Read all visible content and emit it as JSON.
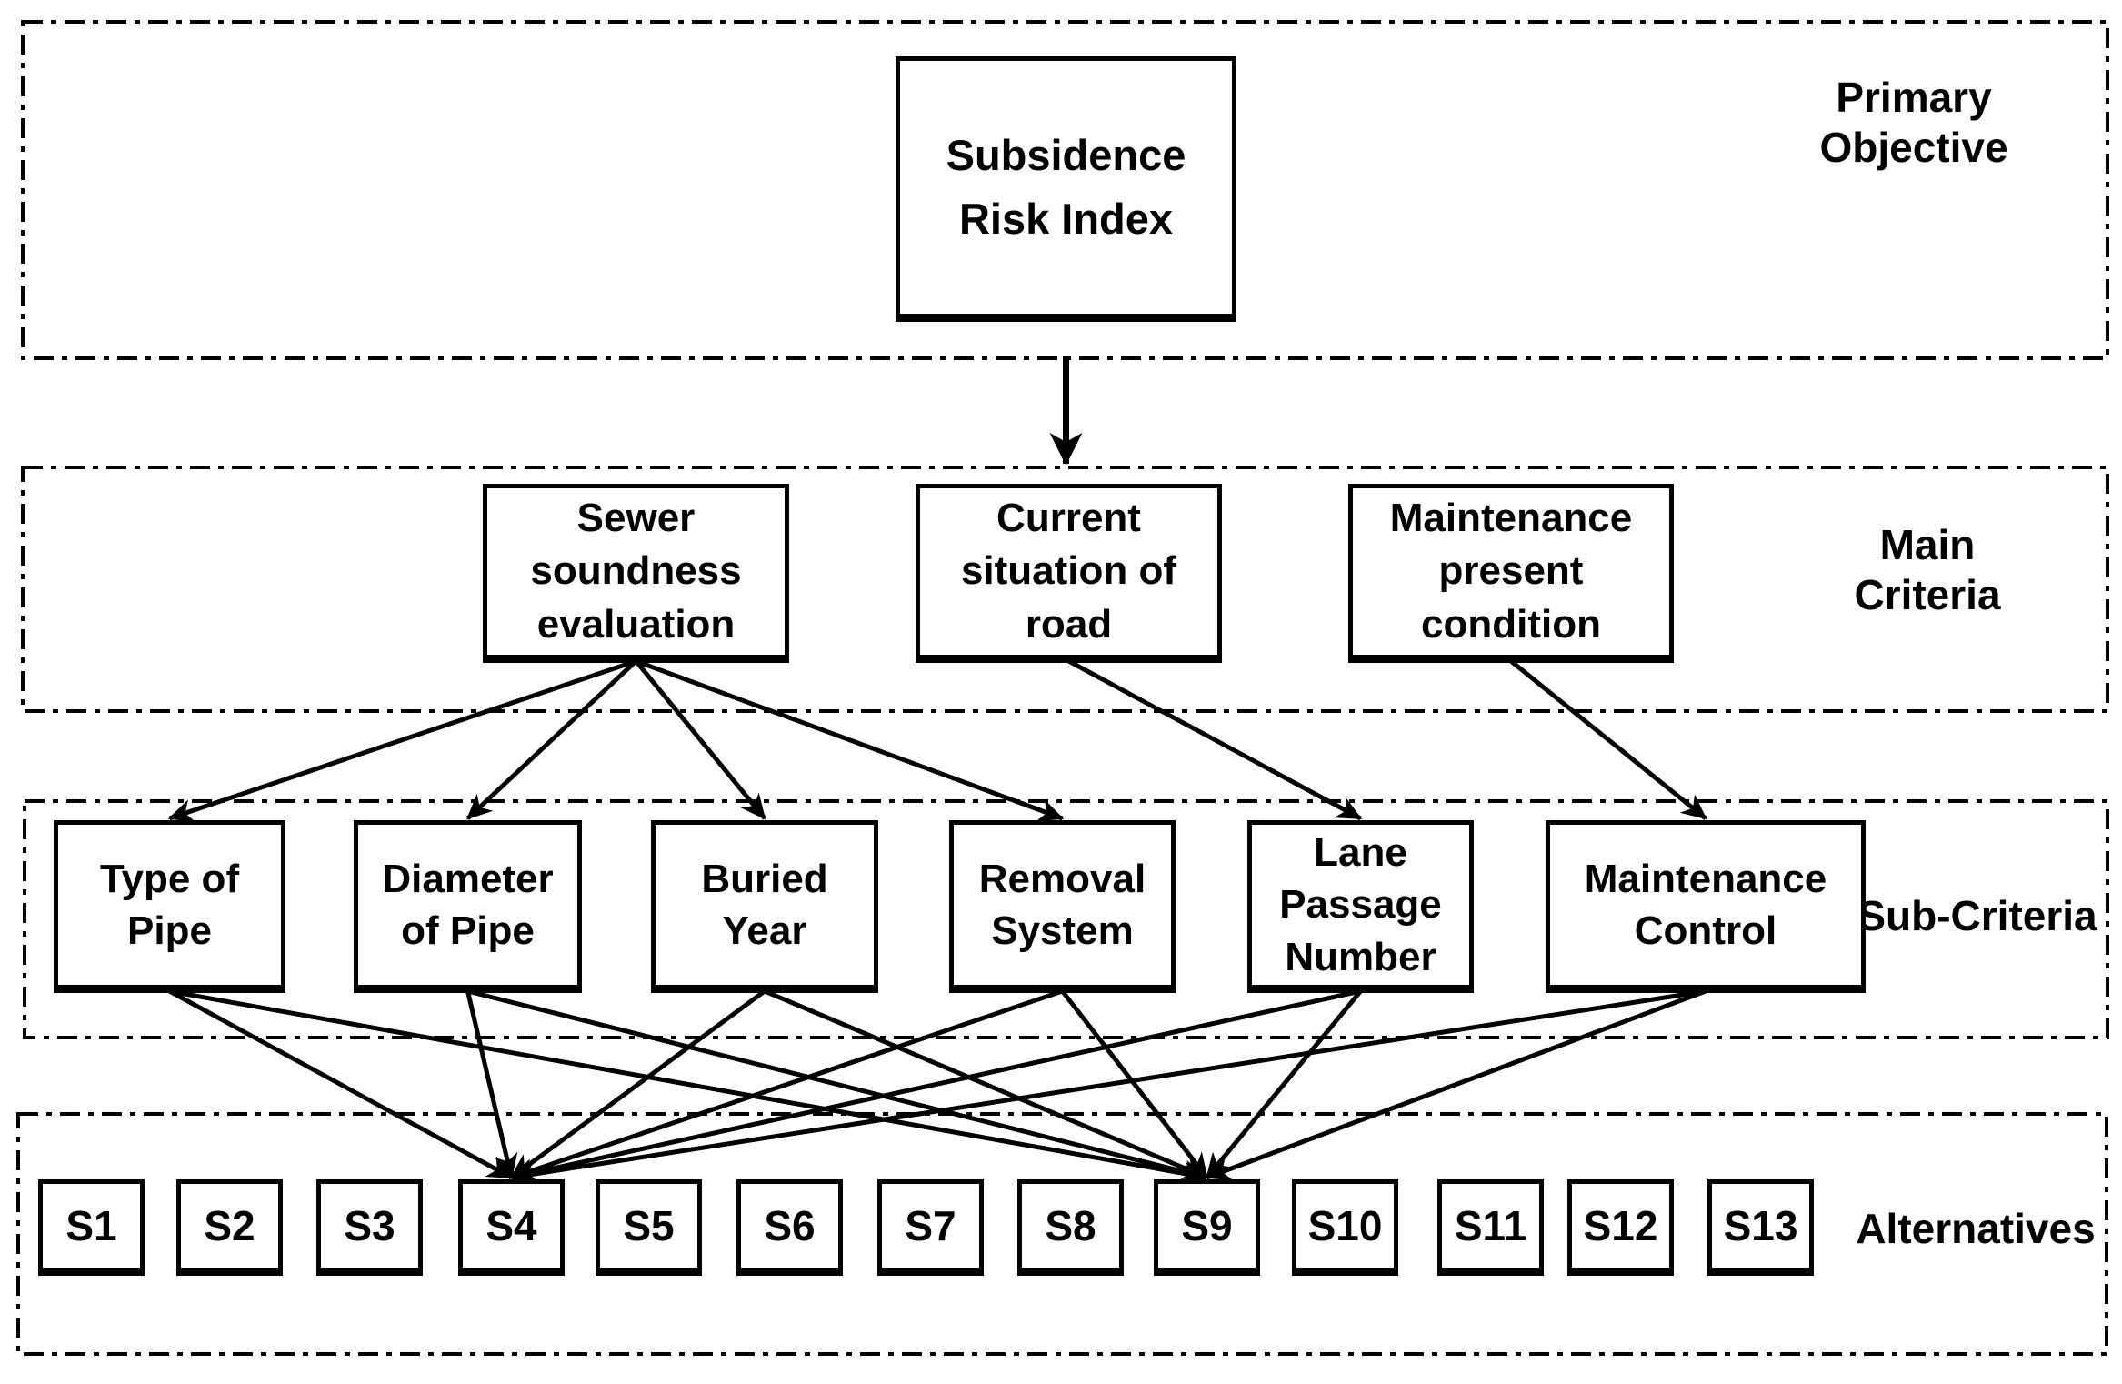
{
  "bands": [
    {
      "id": "primary-objective",
      "label_lines": [
        "Primary",
        "Objective"
      ]
    },
    {
      "id": "main-criteria",
      "label_lines": [
        "Main",
        "Criteria"
      ]
    },
    {
      "id": "sub-criteria",
      "label_lines": [
        "Sub-Criteria"
      ]
    },
    {
      "id": "alternatives",
      "label_lines": [
        "Alternatives"
      ]
    }
  ],
  "nodes": [
    {
      "id": "subsidence-risk-index",
      "level": "objective",
      "label_lines": [
        "Subsidence",
        "Risk Index"
      ]
    },
    {
      "id": "sewer-soundness-evaluation",
      "level": "main",
      "label_lines": [
        "Sewer",
        "soundness",
        "evaluation"
      ]
    },
    {
      "id": "current-situation-of-road",
      "level": "main",
      "label_lines": [
        "Current",
        "situation of",
        "road"
      ]
    },
    {
      "id": "maintenance-present-condition",
      "level": "main",
      "label_lines": [
        "Maintenance",
        "present",
        "condition"
      ]
    },
    {
      "id": "type-of-pipe",
      "level": "sub",
      "label_lines": [
        "Type of",
        "Pipe"
      ]
    },
    {
      "id": "diameter-of-pipe",
      "level": "sub",
      "label_lines": [
        "Diameter",
        "of Pipe"
      ]
    },
    {
      "id": "buried-year",
      "level": "sub",
      "label_lines": [
        "Buried",
        "Year"
      ]
    },
    {
      "id": "removal-system",
      "level": "sub",
      "label_lines": [
        "Removal",
        "System"
      ]
    },
    {
      "id": "lane-passage-number",
      "level": "sub",
      "label_lines": [
        "Lane",
        "Passage",
        "Number"
      ]
    },
    {
      "id": "maintenance-control",
      "level": "sub",
      "label_lines": [
        "Maintenance",
        "Control"
      ]
    },
    {
      "id": "s1",
      "level": "alternative",
      "label_lines": [
        "S1"
      ]
    },
    {
      "id": "s2",
      "level": "alternative",
      "label_lines": [
        "S2"
      ]
    },
    {
      "id": "s3",
      "level": "alternative",
      "label_lines": [
        "S3"
      ]
    },
    {
      "id": "s4",
      "level": "alternative",
      "label_lines": [
        "S4"
      ]
    },
    {
      "id": "s5",
      "level": "alternative",
      "label_lines": [
        "S5"
      ]
    },
    {
      "id": "s6",
      "level": "alternative",
      "label_lines": [
        "S6"
      ]
    },
    {
      "id": "s7",
      "level": "alternative",
      "label_lines": [
        "S7"
      ]
    },
    {
      "id": "s8",
      "level": "alternative",
      "label_lines": [
        "S8"
      ]
    },
    {
      "id": "s9",
      "level": "alternative",
      "label_lines": [
        "S9"
      ]
    },
    {
      "id": "s10",
      "level": "alternative",
      "label_lines": [
        "S10"
      ]
    },
    {
      "id": "s11",
      "level": "alternative",
      "label_lines": [
        "S11"
      ]
    },
    {
      "id": "s12",
      "level": "alternative",
      "label_lines": [
        "S12"
      ]
    },
    {
      "id": "s13",
      "level": "alternative",
      "label_lines": [
        "S13"
      ]
    }
  ],
  "edges": [
    {
      "from": "subsidence-risk-index",
      "to": "main-criteria",
      "kind": "objective-to-band"
    },
    {
      "from": "sewer-soundness-evaluation",
      "to": "type-of-pipe"
    },
    {
      "from": "sewer-soundness-evaluation",
      "to": "diameter-of-pipe"
    },
    {
      "from": "sewer-soundness-evaluation",
      "to": "buried-year"
    },
    {
      "from": "sewer-soundness-evaluation",
      "to": "removal-system"
    },
    {
      "from": "current-situation-of-road",
      "to": "lane-passage-number"
    },
    {
      "from": "maintenance-present-condition",
      "to": "maintenance-control"
    },
    {
      "from": "type-of-pipe",
      "to": "s4"
    },
    {
      "from": "type-of-pipe",
      "to": "s9"
    },
    {
      "from": "diameter-of-pipe",
      "to": "s4"
    },
    {
      "from": "diameter-of-pipe",
      "to": "s9"
    },
    {
      "from": "buried-year",
      "to": "s4"
    },
    {
      "from": "buried-year",
      "to": "s9"
    },
    {
      "from": "removal-system",
      "to": "s4"
    },
    {
      "from": "removal-system",
      "to": "s9"
    },
    {
      "from": "lane-passage-number",
      "to": "s4"
    },
    {
      "from": "lane-passage-number",
      "to": "s9"
    },
    {
      "from": "maintenance-control",
      "to": "s4"
    },
    {
      "from": "maintenance-control",
      "to": "s9"
    }
  ],
  "colors": {
    "ink": "#000000",
    "background": "#ffffff"
  }
}
